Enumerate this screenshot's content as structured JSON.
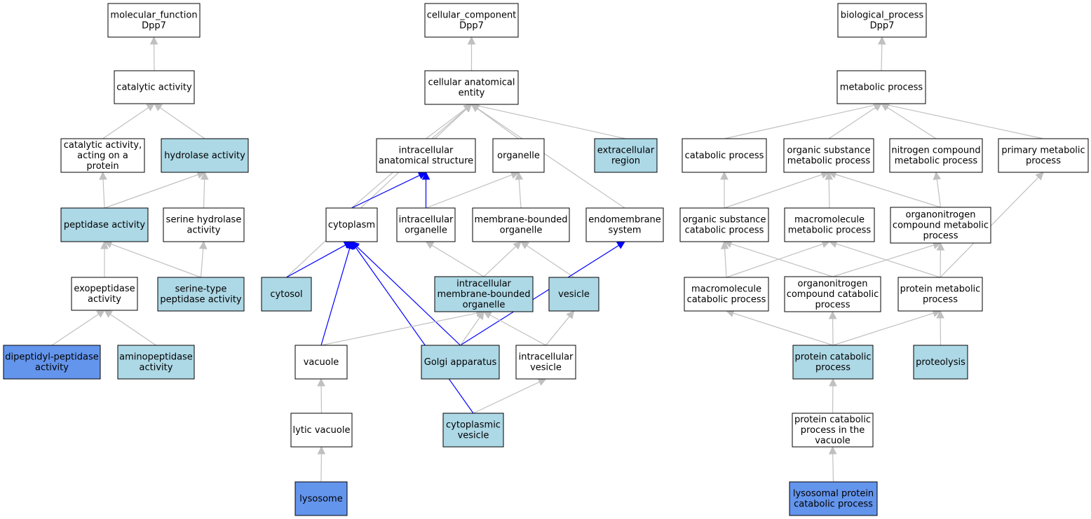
{
  "colors": {
    "default_fill": "#ffffff",
    "light_fill": "#add8e6",
    "dark_fill": "#6495ed",
    "gray_edge": "#c0c0c0",
    "blue_edge": "#0000ff"
  },
  "nodes": [
    {
      "id": "mf",
      "lines": [
        "molecular_function",
        "Dpp7"
      ],
      "fill": "default"
    },
    {
      "id": "cat",
      "lines": [
        "catalytic activity"
      ],
      "fill": "default"
    },
    {
      "id": "catprot",
      "lines": [
        "catalytic activity,",
        "acting on a",
        "protein"
      ],
      "fill": "default"
    },
    {
      "id": "hydro",
      "lines": [
        "hydrolase activity"
      ],
      "fill": "light"
    },
    {
      "id": "pept",
      "lines": [
        "peptidase activity"
      ],
      "fill": "light"
    },
    {
      "id": "serhyd",
      "lines": [
        "serine hydrolase",
        "activity"
      ],
      "fill": "default"
    },
    {
      "id": "exopep",
      "lines": [
        "exopeptidase",
        "activity"
      ],
      "fill": "default"
    },
    {
      "id": "serpep",
      "lines": [
        "serine-type",
        "peptidase activity"
      ],
      "fill": "light"
    },
    {
      "id": "dipep",
      "lines": [
        "dipeptidyl-peptidase",
        "activity"
      ],
      "fill": "dark"
    },
    {
      "id": "aminopep",
      "lines": [
        "aminopeptidase",
        "activity"
      ],
      "fill": "light"
    },
    {
      "id": "cc",
      "lines": [
        "cellular_component",
        "Dpp7"
      ],
      "fill": "default"
    },
    {
      "id": "cae",
      "lines": [
        "cellular anatomical",
        "entity"
      ],
      "fill": "default"
    },
    {
      "id": "ias",
      "lines": [
        "intracellular",
        "anatomical structure"
      ],
      "fill": "default"
    },
    {
      "id": "organelle",
      "lines": [
        "organelle"
      ],
      "fill": "default"
    },
    {
      "id": "extra",
      "lines": [
        "extracellular",
        "region"
      ],
      "fill": "light"
    },
    {
      "id": "cytoplasm",
      "lines": [
        "cytoplasm"
      ],
      "fill": "default"
    },
    {
      "id": "intorg",
      "lines": [
        "intracellular",
        "organelle"
      ],
      "fill": "default"
    },
    {
      "id": "mbo",
      "lines": [
        "membrane-bounded",
        "organelle"
      ],
      "fill": "default"
    },
    {
      "id": "endo",
      "lines": [
        "endomembrane",
        "system"
      ],
      "fill": "default"
    },
    {
      "id": "cytosol",
      "lines": [
        "cytosol"
      ],
      "fill": "light"
    },
    {
      "id": "imbo",
      "lines": [
        "intracellular",
        "membrane-bounded",
        "organelle"
      ],
      "fill": "light"
    },
    {
      "id": "vesicle",
      "lines": [
        "vesicle"
      ],
      "fill": "light"
    },
    {
      "id": "vacuole",
      "lines": [
        "vacuole"
      ],
      "fill": "default"
    },
    {
      "id": "golgi",
      "lines": [
        "Golgi apparatus"
      ],
      "fill": "light"
    },
    {
      "id": "intves",
      "lines": [
        "intracellular",
        "vesicle"
      ],
      "fill": "default"
    },
    {
      "id": "lytic",
      "lines": [
        "lytic vacuole"
      ],
      "fill": "default"
    },
    {
      "id": "cytves",
      "lines": [
        "cytoplasmic",
        "vesicle"
      ],
      "fill": "light"
    },
    {
      "id": "lyso",
      "lines": [
        "lysosome"
      ],
      "fill": "dark"
    },
    {
      "id": "bp",
      "lines": [
        "biological_process",
        "Dpp7"
      ],
      "fill": "default"
    },
    {
      "id": "metab",
      "lines": [
        "metabolic process"
      ],
      "fill": "default"
    },
    {
      "id": "catab",
      "lines": [
        "catabolic process"
      ],
      "fill": "default"
    },
    {
      "id": "osmp",
      "lines": [
        "organic substance",
        "metabolic process"
      ],
      "fill": "default"
    },
    {
      "id": "ncmp",
      "lines": [
        "nitrogen compound",
        "metabolic process"
      ],
      "fill": "default"
    },
    {
      "id": "pmp",
      "lines": [
        "primary metabolic",
        "process"
      ],
      "fill": "default"
    },
    {
      "id": "oscp",
      "lines": [
        "organic substance",
        "catabolic process"
      ],
      "fill": "default"
    },
    {
      "id": "mmp",
      "lines": [
        "macromolecule",
        "metabolic process"
      ],
      "fill": "default"
    },
    {
      "id": "oncmp",
      "lines": [
        "organonitrogen",
        "compound metabolic",
        "process"
      ],
      "fill": "default"
    },
    {
      "id": "mcp",
      "lines": [
        "macromolecule",
        "catabolic process"
      ],
      "fill": "default"
    },
    {
      "id": "onccp",
      "lines": [
        "organonitrogen",
        "compound catabolic",
        "process"
      ],
      "fill": "default"
    },
    {
      "id": "protmp",
      "lines": [
        "protein metabolic",
        "process"
      ],
      "fill": "default"
    },
    {
      "id": "protcp",
      "lines": [
        "protein catabolic",
        "process"
      ],
      "fill": "light"
    },
    {
      "id": "proteol",
      "lines": [
        "proteolysis"
      ],
      "fill": "light"
    },
    {
      "id": "pcpv",
      "lines": [
        "protein catabolic",
        "process in the",
        "vacuole"
      ],
      "fill": "default"
    },
    {
      "id": "lpcp",
      "lines": [
        "lysosomal protein",
        "catabolic process"
      ],
      "fill": "dark"
    }
  ],
  "edges": [
    {
      "from": "cat",
      "to": "mf",
      "color": "gray"
    },
    {
      "from": "catprot",
      "to": "cat",
      "color": "gray"
    },
    {
      "from": "hydro",
      "to": "cat",
      "color": "gray"
    },
    {
      "from": "pept",
      "to": "catprot",
      "color": "gray"
    },
    {
      "from": "pept",
      "to": "hydro",
      "color": "gray"
    },
    {
      "from": "serhyd",
      "to": "hydro",
      "color": "gray"
    },
    {
      "from": "exopep",
      "to": "pept",
      "color": "gray"
    },
    {
      "from": "serpep",
      "to": "pept",
      "color": "gray"
    },
    {
      "from": "serpep",
      "to": "serhyd",
      "color": "gray"
    },
    {
      "from": "dipep",
      "to": "exopep",
      "color": "gray"
    },
    {
      "from": "aminopep",
      "to": "exopep",
      "color": "gray"
    },
    {
      "from": "cae",
      "to": "cc",
      "color": "gray"
    },
    {
      "from": "ias",
      "to": "cae",
      "color": "gray"
    },
    {
      "from": "organelle",
      "to": "cae",
      "color": "gray"
    },
    {
      "from": "extra",
      "to": "cae",
      "color": "gray"
    },
    {
      "from": "cytoplasm",
      "to": "cae",
      "color": "gray"
    },
    {
      "from": "cytosol",
      "to": "cae",
      "color": "gray"
    },
    {
      "from": "endo",
      "to": "cae",
      "color": "gray"
    },
    {
      "from": "cytoplasm",
      "to": "ias",
      "color": "blue"
    },
    {
      "from": "intorg",
      "to": "ias",
      "color": "blue"
    },
    {
      "from": "intorg",
      "to": "organelle",
      "color": "gray"
    },
    {
      "from": "mbo",
      "to": "organelle",
      "color": "gray"
    },
    {
      "from": "cytosol",
      "to": "cytoplasm",
      "color": "blue"
    },
    {
      "from": "vacuole",
      "to": "cytoplasm",
      "color": "blue"
    },
    {
      "from": "golgi",
      "to": "cytoplasm",
      "color": "blue"
    },
    {
      "from": "cytves",
      "to": "cytoplasm",
      "color": "blue"
    },
    {
      "from": "imbo",
      "to": "intorg",
      "color": "gray"
    },
    {
      "from": "imbo",
      "to": "mbo",
      "color": "gray"
    },
    {
      "from": "vesicle",
      "to": "mbo",
      "color": "gray"
    },
    {
      "from": "golgi",
      "to": "endo",
      "color": "blue"
    },
    {
      "from": "vacuole",
      "to": "imbo",
      "color": "gray"
    },
    {
      "from": "golgi",
      "to": "imbo",
      "color": "gray"
    },
    {
      "from": "intves",
      "to": "imbo",
      "color": "gray"
    },
    {
      "from": "intves",
      "to": "vesicle",
      "color": "gray"
    },
    {
      "from": "lytic",
      "to": "vacuole",
      "color": "gray"
    },
    {
      "from": "cytves",
      "to": "intves",
      "color": "gray"
    },
    {
      "from": "lyso",
      "to": "lytic",
      "color": "gray"
    },
    {
      "from": "metab",
      "to": "bp",
      "color": "gray"
    },
    {
      "from": "catab",
      "to": "metab",
      "color": "gray"
    },
    {
      "from": "osmp",
      "to": "metab",
      "color": "gray"
    },
    {
      "from": "ncmp",
      "to": "metab",
      "color": "gray"
    },
    {
      "from": "pmp",
      "to": "metab",
      "color": "gray"
    },
    {
      "from": "oscp",
      "to": "catab",
      "color": "gray"
    },
    {
      "from": "oscp",
      "to": "osmp",
      "color": "gray"
    },
    {
      "from": "mmp",
      "to": "osmp",
      "color": "gray"
    },
    {
      "from": "oncmp",
      "to": "osmp",
      "color": "gray"
    },
    {
      "from": "oncmp",
      "to": "ncmp",
      "color": "gray"
    },
    {
      "from": "mcp",
      "to": "oscp",
      "color": "gray"
    },
    {
      "from": "mcp",
      "to": "mmp",
      "color": "gray"
    },
    {
      "from": "onccp",
      "to": "oscp",
      "color": "gray"
    },
    {
      "from": "onccp",
      "to": "oncmp",
      "color": "gray"
    },
    {
      "from": "protmp",
      "to": "mmp",
      "color": "gray"
    },
    {
      "from": "protmp",
      "to": "oncmp",
      "color": "gray"
    },
    {
      "from": "protmp",
      "to": "pmp",
      "color": "gray"
    },
    {
      "from": "protcp",
      "to": "mcp",
      "color": "gray"
    },
    {
      "from": "protcp",
      "to": "onccp",
      "color": "gray"
    },
    {
      "from": "protcp",
      "to": "protmp",
      "color": "gray"
    },
    {
      "from": "proteol",
      "to": "protmp",
      "color": "gray"
    },
    {
      "from": "pcpv",
      "to": "protcp",
      "color": "gray"
    },
    {
      "from": "lpcp",
      "to": "pcpv",
      "color": "gray"
    }
  ]
}
